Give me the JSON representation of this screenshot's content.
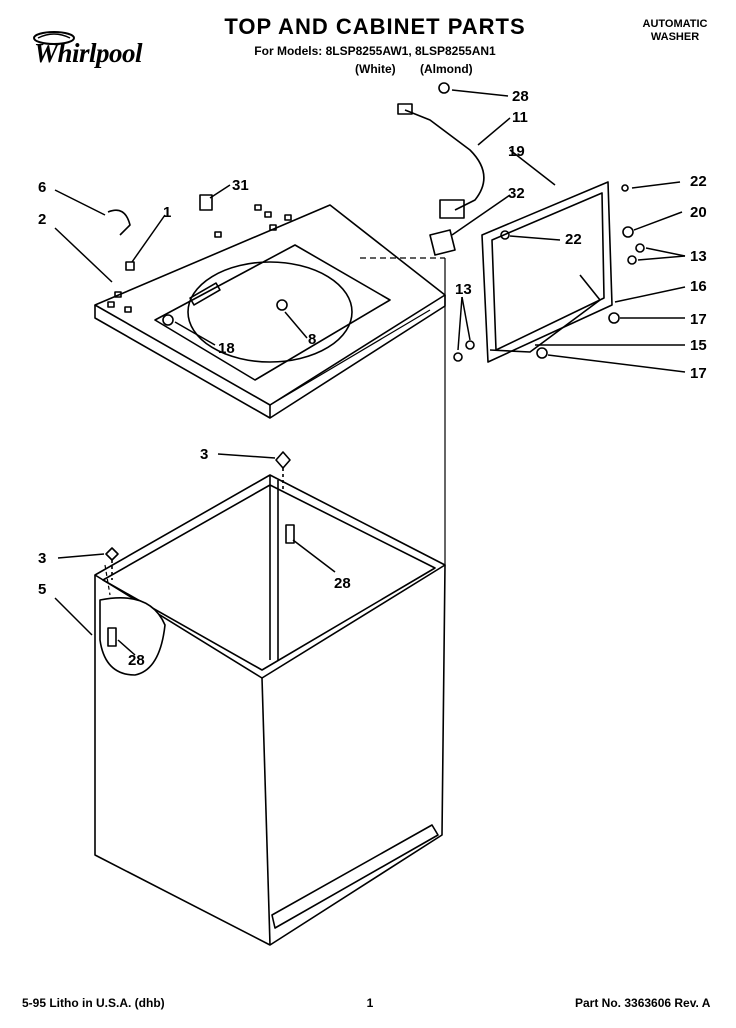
{
  "header": {
    "brand": "Whirlpool",
    "title": "TOP AND CABINET PARTS",
    "models_line": "For Models: 8LSP8255AW1, 8LSP8255AN1",
    "variants": [
      "(White)",
      "(Almond)"
    ],
    "product_type": [
      "AUTOMATIC",
      "WASHER"
    ]
  },
  "callouts": [
    "28",
    "11",
    "19",
    "6",
    "31",
    "32",
    "22",
    "1",
    "20",
    "2",
    "13",
    "16",
    "17",
    "8",
    "18",
    "15",
    "3",
    "28",
    "5",
    "28"
  ],
  "footer": {
    "left": "5-95 Litho in U.S.A. (dhb)",
    "page": "1",
    "part_no": "Part No. 3363606 Rev. A"
  },
  "colors": {
    "ink": "#000000",
    "paper": "#ffffff"
  }
}
